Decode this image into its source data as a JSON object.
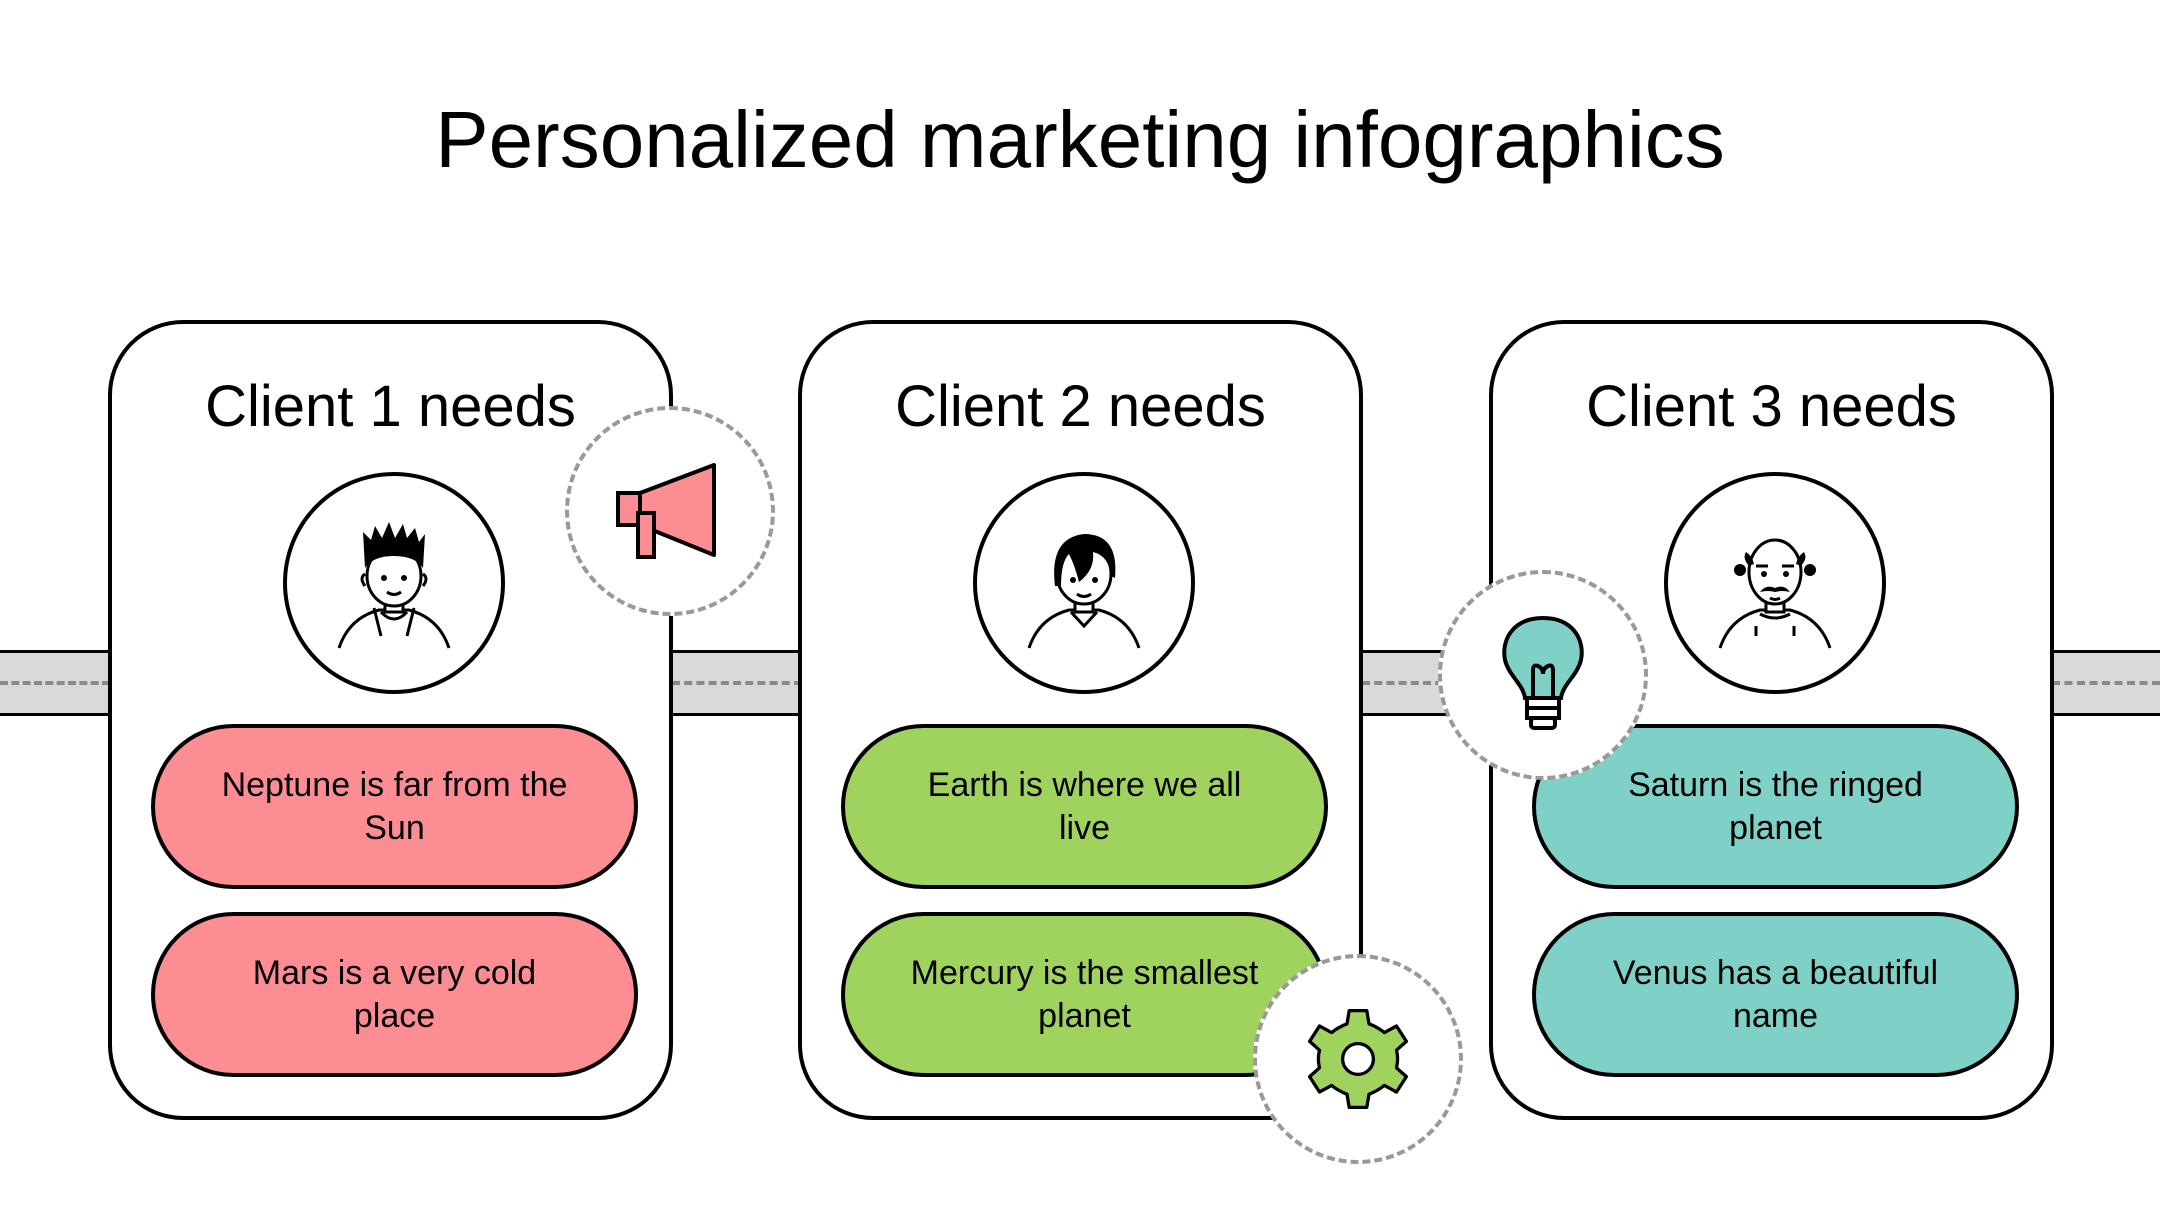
{
  "title": "Personalized marketing infographics",
  "colors": {
    "pink": "#fc8d93",
    "green": "#a0d35e",
    "teal": "#7fd1c7",
    "road": "#d9d9d9",
    "dash": "#999999"
  },
  "cards": [
    {
      "title": "Client 1 needs",
      "items": [
        "Neptune is far from the Sun",
        "Mars is a very cold place"
      ]
    },
    {
      "title": "Client 2 needs",
      "items": [
        "Earth is where we all live",
        "Mercury is the smallest planet"
      ]
    },
    {
      "title": "Client 3 needs",
      "items": [
        "Saturn is the ringed planet",
        "Venus has a beautiful name"
      ]
    }
  ],
  "icons": [
    "megaphone-icon",
    "lightbulb-icon",
    "gear-icon"
  ]
}
